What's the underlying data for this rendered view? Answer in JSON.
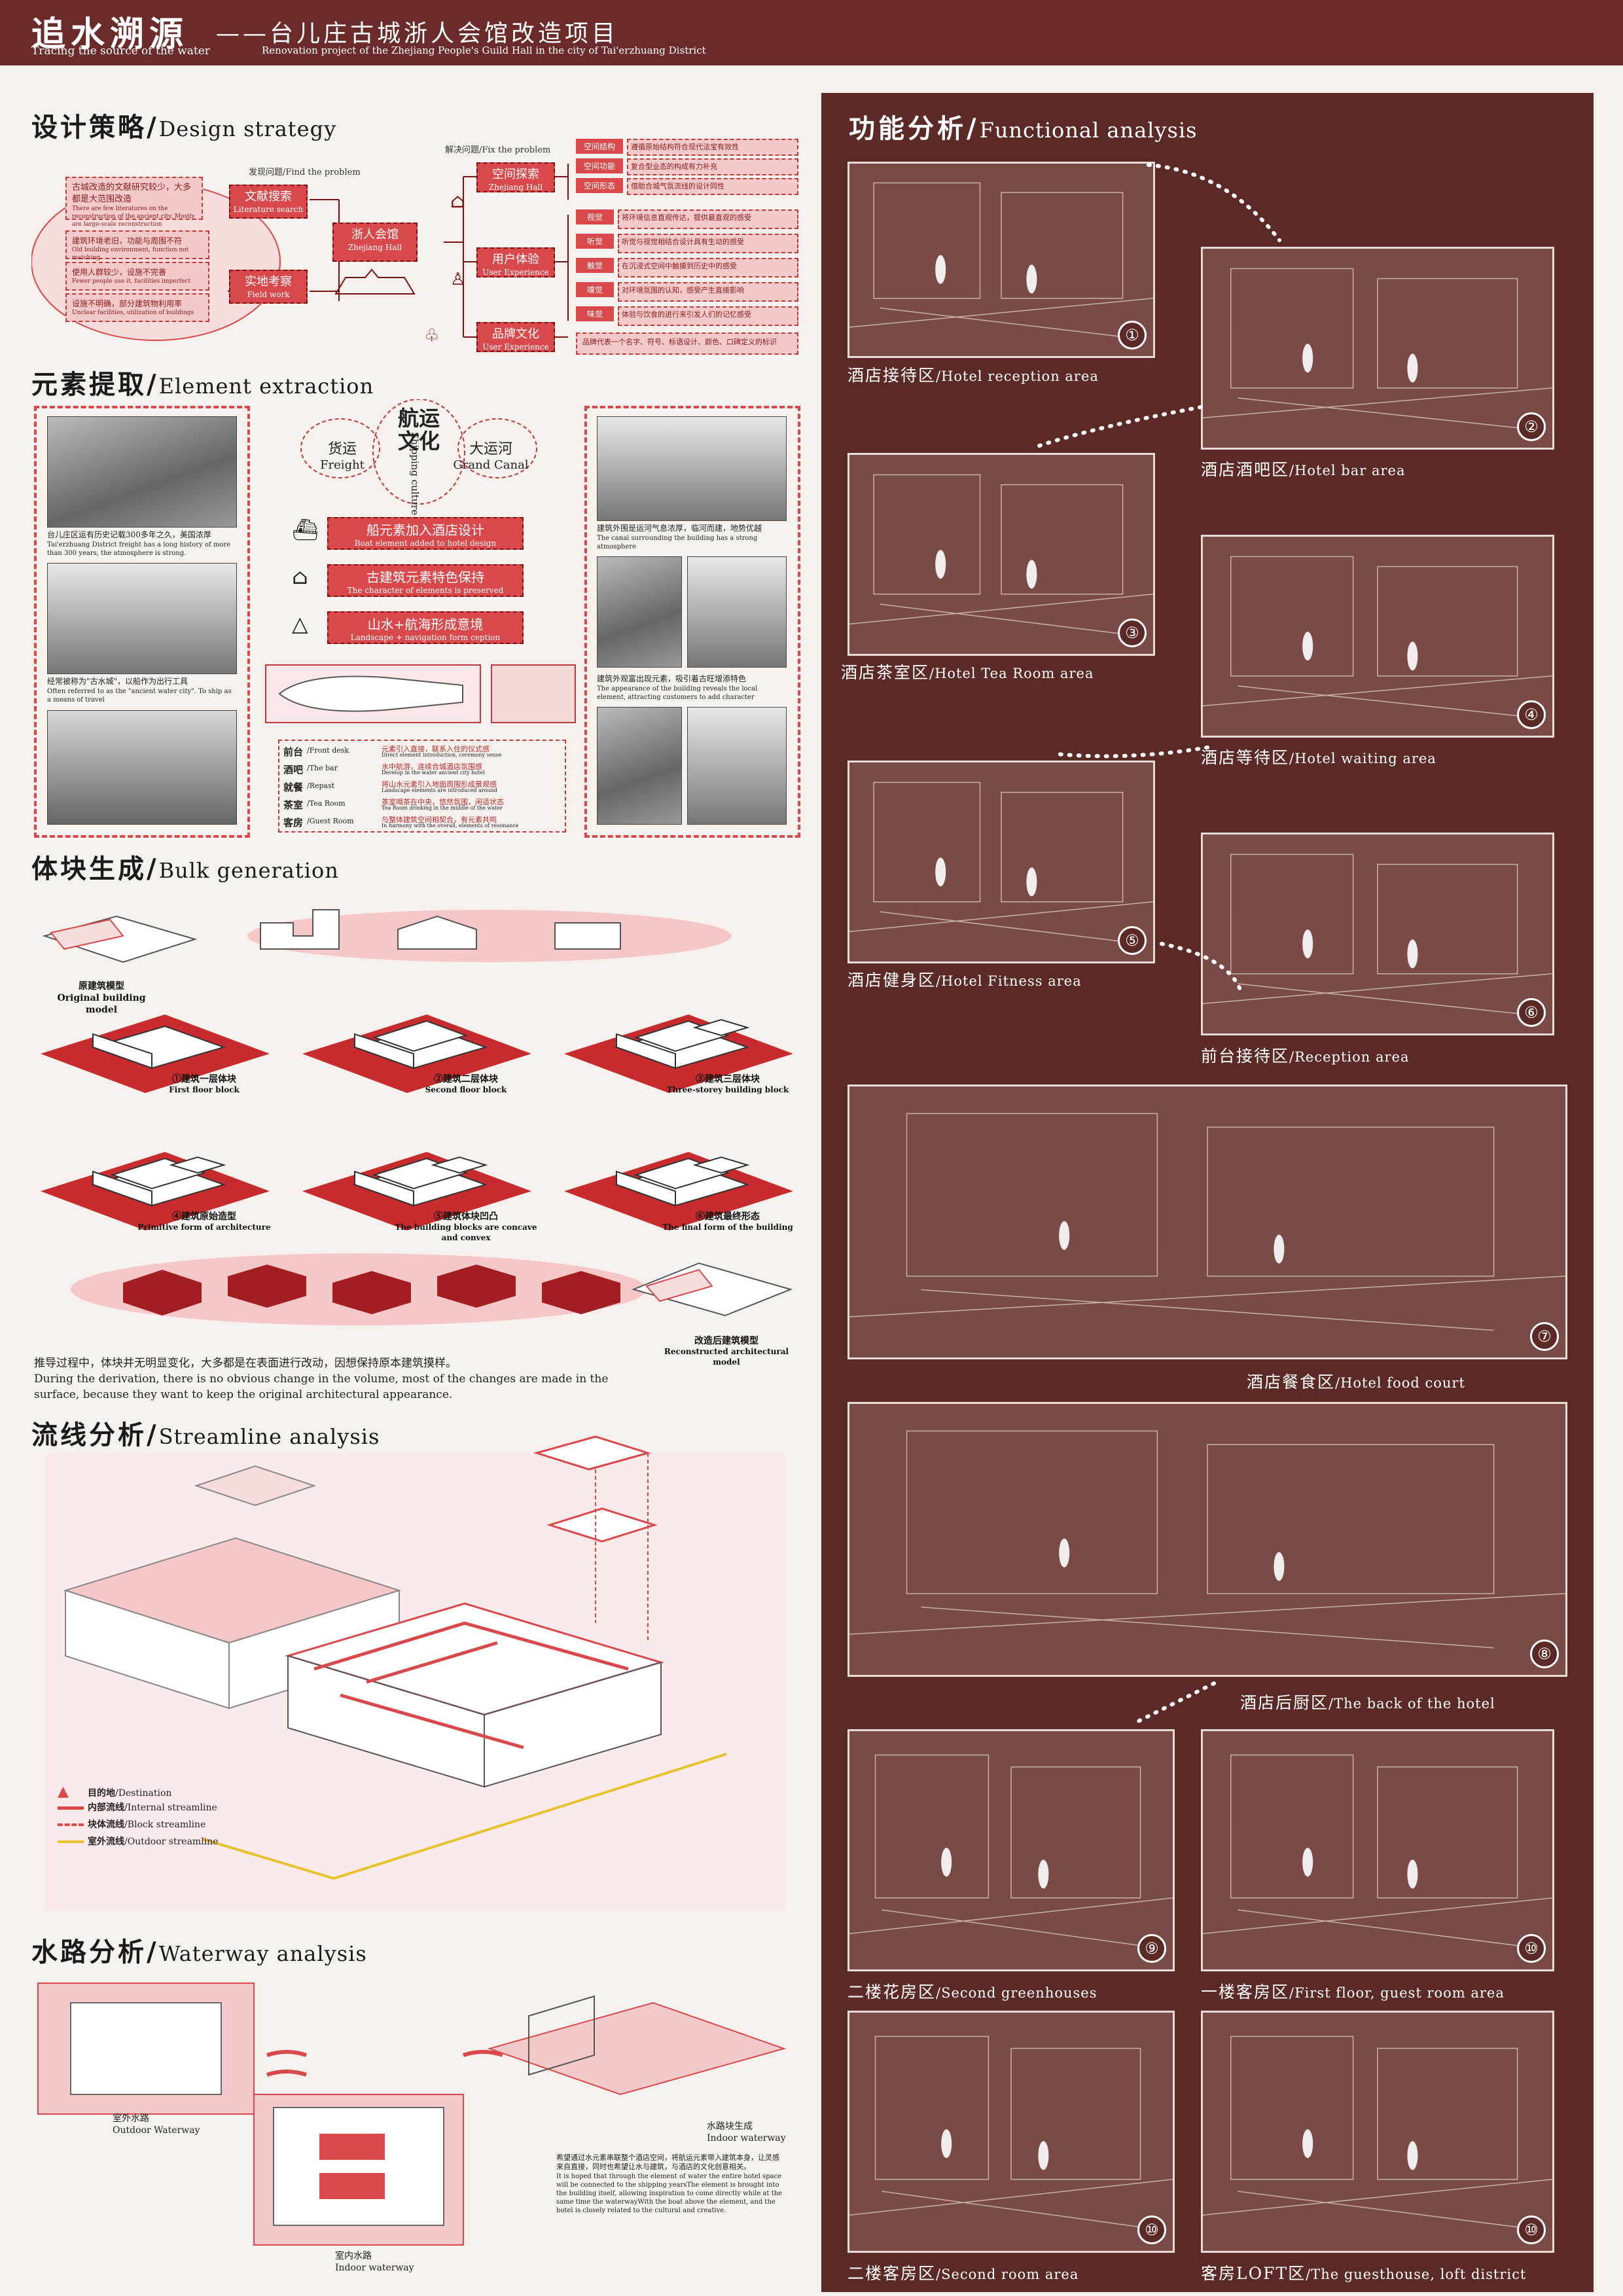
{
  "header": {
    "title_cn": "追水溯源",
    "title_en": "Tracing the source of the water",
    "subtitle_cn": "——台儿庄古城浙人会馆改造项目",
    "subtitle_en": "Renovation project of the Zhejiang People's Guild Hall in the  city of Tai'erzhuang District"
  },
  "design_strategy": {
    "title_cn": "设计策略",
    "title_en": "Design strategy",
    "find_problem": "发现问题/Find the problem",
    "fix_problem": "解决问题/Fix the problem",
    "lit_note": "古城改造的文献研究较少，大多都是大范围改造",
    "lit_note_en": "There are few literatures on the reconstruction of the ancient city. Mostly are large-scale reconstruction",
    "field_note1": "建筑环境老旧，功能与周围不符",
    "field_note1_en": "Old building environment, function not matching",
    "field_note2": "使用人群较少，设施不完善",
    "field_note2_en": "Fewer people use it, facilities imperfect",
    "field_note3": "设施不明确，部分建筑物利用率",
    "field_note3_en": "Unclear facilities, utilization of buildings",
    "literature": "文献搜索",
    "literature_en": "Literature search",
    "field": "实地考察",
    "field_en": "Field work",
    "hall": "浙人会馆",
    "hall_en": "Zhejiang Hall",
    "space": "空间探索",
    "space_en": "Zhejiang Hall",
    "user": "用户体验",
    "user_en": "User Experience",
    "brand": "品牌文化",
    "brand_en": "User Experience",
    "space_items": [
      {
        "tag": "空间结构",
        "text": "遵循原始结构符合现代法宝有效性"
      },
      {
        "tag": "空间功能",
        "text": "复合型业态的构成有力补充"
      },
      {
        "tag": "空间形态",
        "text": "借助合城气氛流线的设计同性"
      }
    ],
    "user_items": [
      {
        "tag": "视觉",
        "text": "将环境信息直观传达，提供最直观的感受"
      },
      {
        "tag": "听觉",
        "text": "听觉与视觉相结合设计具有生动的感受"
      },
      {
        "tag": "触觉",
        "text": "在沉浸式空间中触摸到历史中的感受"
      },
      {
        "tag": "嗅觉",
        "text": "对环境氛围的认知，感受产生直接影响"
      },
      {
        "tag": "味觉",
        "text": "体验与饮食的进行来引发人们的记忆感受"
      }
    ],
    "brand_text": "品牌代表一个名字、符号、标语设计、颜色、口碑定义的标识"
  },
  "element_extraction": {
    "title_cn": "元素提取",
    "title_en": "Element extraction",
    "shipping_culture_cn": "航运文化",
    "shipping_culture_en": "Shipping culture",
    "freight_cn": "货运",
    "freight_en": "Freight",
    "canal_cn": "大运河",
    "canal_en": "Grand Canal",
    "caption_left1": "台儿庄区运有历史记载300多年之久，美国浓厚",
    "caption_left1_en": "Tai'erzhuang District freight has a long history of more than 300 years, the atmosphere is strong.",
    "caption_left2": "经常被称为\"古水城\"，以船作为出行工具",
    "caption_left2_en": "Often referred to as the \"ancient water city\". To ship as a means of travel",
    "caption_right1": "建筑外围是运河气息浓厚，临河而建，地势优越",
    "caption_right1_en": "The canal surrounding the building has a strong atmosphere",
    "caption_right2": "建筑外观富出现元素，吸引着古旺增添特色",
    "caption_right2_en": "The appearance of the building reveals the local element, attracting customers to add character",
    "steps": [
      {
        "cn": "船元素加入酒店设计",
        "en": "Boat element added to hotel design"
      },
      {
        "cn": "古建筑元素特色保持",
        "en": "The character of elements is preserved"
      },
      {
        "cn": "山水+航海形成意境",
        "en": "Landscape + navigation form ception"
      }
    ],
    "table": [
      {
        "cn": "前台",
        "en": "/Front desk",
        "desc": "元素引入直接，联系入住的仪式感",
        "desc_en": "Direct element introduction, ceremony sense"
      },
      {
        "cn": "酒吧",
        "en": "/The bar",
        "desc": "水中航游，连续合城酒店氛围感",
        "desc_en": "Develop in the water ancient city hotel"
      },
      {
        "cn": "就餐",
        "en": "/Repast",
        "desc": "将山水元素引入地面周围形成景观感",
        "desc_en": "Landscape elements are introduced around"
      },
      {
        "cn": "茶室",
        "en": "/Tea Room",
        "desc": "茶室喝茶在中央，悠然氛围，闲适状态",
        "desc_en": "Tea Room drinking in the middle of the water"
      },
      {
        "cn": "客房",
        "en": "/Guest Room",
        "desc": "与整体建筑空间相契合，有元素共鸣",
        "desc_en": "In harmony with the overall, elements of resonance"
      }
    ]
  },
  "bulk_generation": {
    "title_cn": "体块生成",
    "title_en": "Bulk generation",
    "original_cn": "原建筑模型",
    "original_en": "Original building model",
    "steps": [
      {
        "cn": "①建筑一层体块",
        "en": "First floor block"
      },
      {
        "cn": "②建筑二层体块",
        "en": "Second floor block"
      },
      {
        "cn": "③建筑三层体块",
        "en": "Three-storey building block"
      },
      {
        "cn": "④建筑原始造型",
        "en": "Primitive form of architecture"
      },
      {
        "cn": "⑤建筑体块凹凸",
        "en": "The building blocks are concave and convex"
      },
      {
        "cn": "⑥建筑最终形态",
        "en": "The final form of the building"
      }
    ],
    "reconstructed_cn": "改造后建筑模型",
    "reconstructed_en": "Reconstructed architectural model",
    "note_cn": "推导过程中，体块并无明显变化，大多都是在表面进行改动，因想保持原本建筑摸样。",
    "note_en": "During the derivation, there is no obvious change in the volume, most of the changes are made in the surface, because they want to keep the original architectural appearance."
  },
  "streamline": {
    "title_cn": "流线分析",
    "title_en": "Streamline analysis",
    "legend": [
      {
        "cn": "目的地",
        "en": "/Destination"
      },
      {
        "cn": "内部流线",
        "en": "/Internal streamline"
      },
      {
        "cn": "块体流线",
        "en": "/Block streamline"
      },
      {
        "cn": "室外流线",
        "en": "/Outdoor streamline"
      }
    ]
  },
  "waterway": {
    "title_cn": "水路分析",
    "title_en": "Waterway analysis",
    "outdoor_cn": "室外水路",
    "outdoor_en": "Outdoor Waterway",
    "indoor_cn": "室内水路",
    "indoor_en": "Indoor waterway",
    "block_cn": "水路块生成",
    "block_en": "Indoor waterway",
    "note_cn": "希望通过水元素串联整个酒店空间，将航运元素带入建筑本身，让灵感来自直接，同时也希望让水与建筑，与酒店的文化创意相关。",
    "note_en": "It is hoped that through the element of water the entire hotel space will be connected to the shipping yearsThe element is brought into the building itself, allowing inspiration to come directly while at the same time the waterwayWith the boat above the element, and the hotel is closely related to the cultural and creative."
  },
  "functional": {
    "title_cn": "功能分析",
    "title_en": "Functional analysis",
    "rooms": [
      {
        "num": "①",
        "cn": "酒店接待区",
        "en": "/Hotel reception area"
      },
      {
        "num": "②",
        "cn": "酒店酒吧区",
        "en": "/Hotel bar area"
      },
      {
        "num": "③",
        "cn": "酒店茶室区",
        "en": "/Hotel Tea Room area"
      },
      {
        "num": "④",
        "cn": "酒店等待区",
        "en": "/Hotel waiting area"
      },
      {
        "num": "⑤",
        "cn": "酒店健身区",
        "en": "/Hotel Fitness area"
      },
      {
        "num": "⑥",
        "cn": "前台接待区",
        "en": "/Reception area"
      },
      {
        "num": "⑦",
        "cn": "酒店餐食区",
        "en": "/Hotel food court"
      },
      {
        "num": "⑧",
        "cn": "酒店后厨区",
        "en": "/The back of the hotel"
      },
      {
        "num": "⑨",
        "cn": "二楼花房区",
        "en": "/Second greenhouses"
      },
      {
        "num": "⑩",
        "cn": "一楼客房区",
        "en": "/First floor, guest room area"
      },
      {
        "num": "⑩",
        "cn": "二楼客房区",
        "en": "/Second room area"
      },
      {
        "num": "⑩",
        "cn": "客房LOFT区",
        "en": "/The guesthouse, loft district"
      }
    ]
  },
  "colors": {
    "accent_red": "#d9484a",
    "dark_red": "#6b2b2b",
    "panel_brown": "#5b2a26",
    "pink": "#f4c9c9"
  }
}
